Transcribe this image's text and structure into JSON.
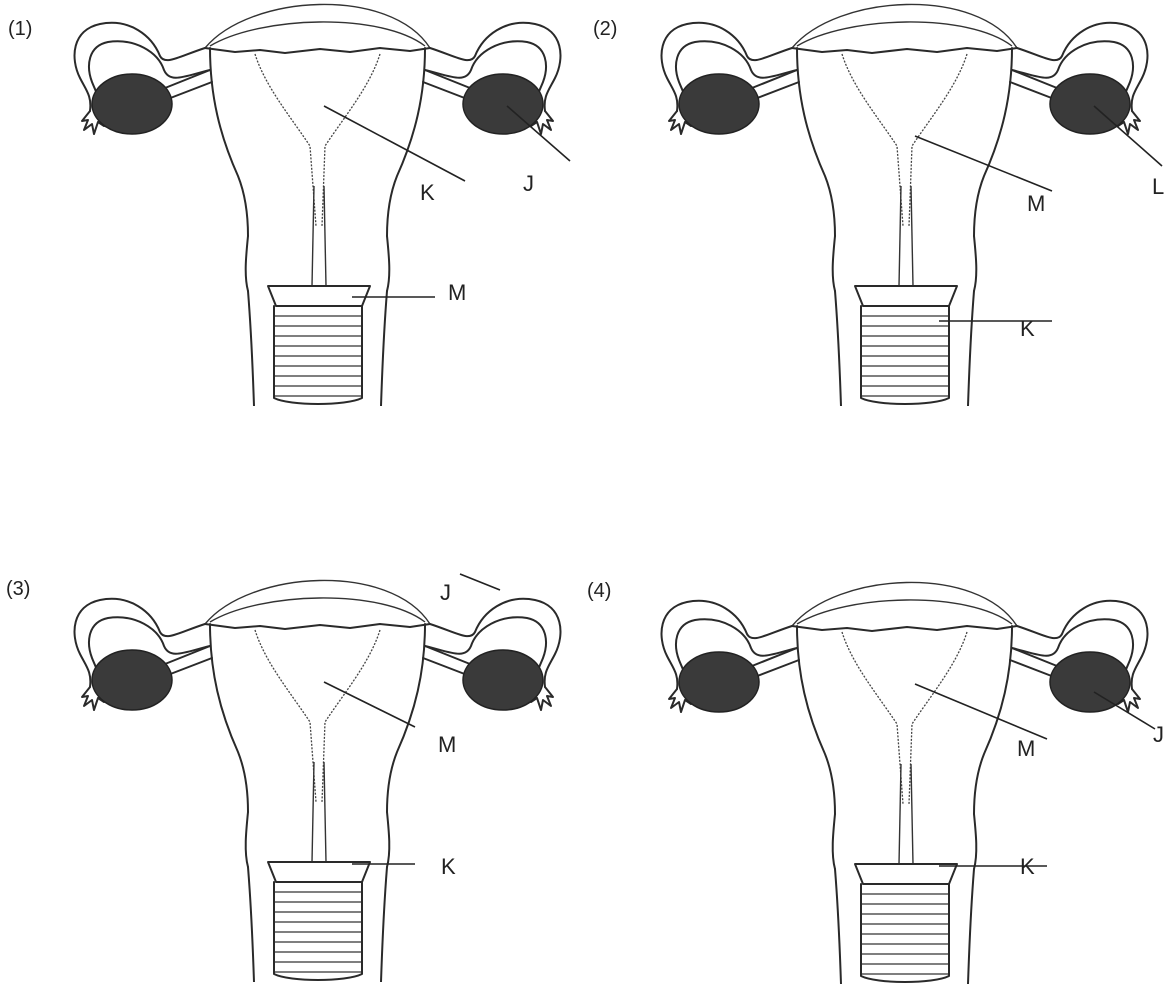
{
  "panels": [
    {
      "number": "(1)",
      "labels": {
        "a": "K",
        "b": "J",
        "c": "M"
      }
    },
    {
      "number": "(2)",
      "labels": {
        "a": "M",
        "b": "L",
        "c": "K"
      }
    },
    {
      "number": "(3)",
      "labels": {
        "a": "J",
        "b": "M",
        "c": "K"
      }
    },
    {
      "number": "(4)",
      "labels": {
        "a": "M",
        "b": "J",
        "c": "K"
      }
    }
  ]
}
